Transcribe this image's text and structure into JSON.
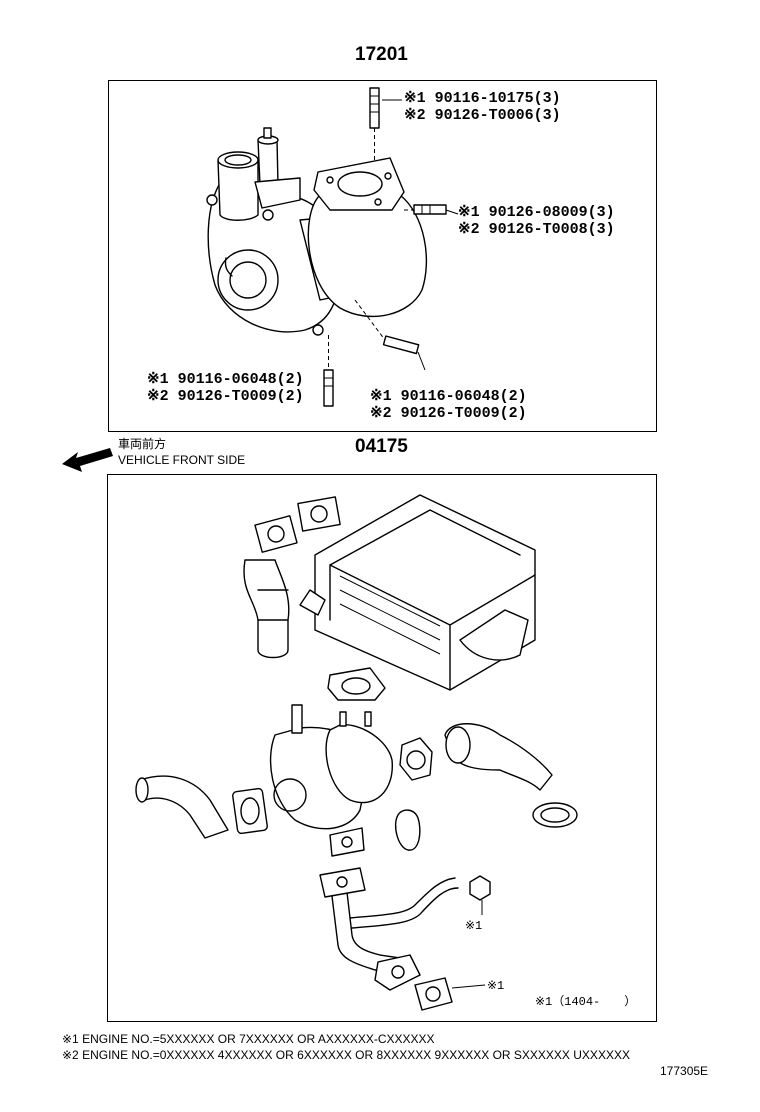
{
  "assembly_top": {
    "part_no": "17201"
  },
  "callouts_top": [
    {
      "l1": "※1 90116-10175(3)",
      "l2": "※2 90126-T0006(3)"
    },
    {
      "l1": "※1 90126-08009(3)",
      "l2": "※2 90126-T0008(3)"
    },
    {
      "l1": "※1 90116-06048(2)",
      "l2": "※2 90126-T0009(2)"
    },
    {
      "l1": "※1 90116-06048(2)",
      "l2": "※2 90126-T0009(2)"
    }
  ],
  "orientation": {
    "jp": "車両前方",
    "en": "VEHICLE FRONT SIDE"
  },
  "assembly_bottom": {
    "part_no": "04175"
  },
  "markers_bottom": {
    "nut": "※1",
    "gasket": "※1",
    "range": "※1（1404-　　）"
  },
  "footnotes": {
    "n1": "※1 ENGINE NO.=5XXXXXX OR 7XXXXXX OR AXXXXXX-CXXXXXX",
    "n2": "※2 ENGINE NO.=0XXXXXX  4XXXXXX OR 6XXXXXX OR 8XXXXXX  9XXXXXX OR SXXXXXX  UXXXXXX"
  },
  "figure_id": "177305E"
}
